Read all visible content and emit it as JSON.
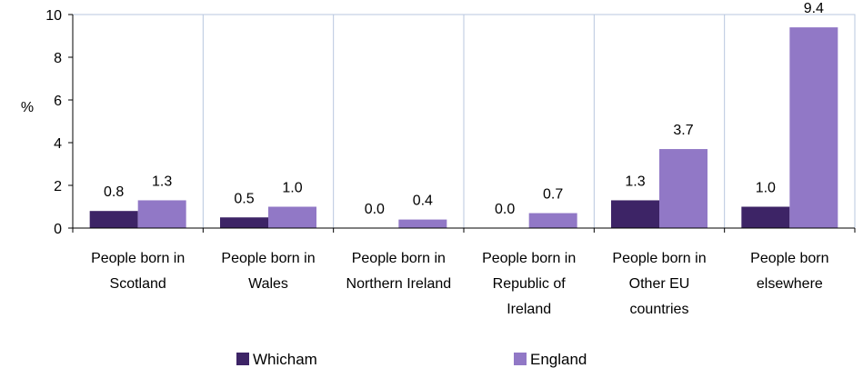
{
  "chart_data": {
    "type": "bar",
    "ylabel": "%",
    "ylim": [
      0,
      10
    ],
    "yticks": [
      0,
      2,
      4,
      6,
      8,
      10
    ],
    "grid": true,
    "legend_position": "bottom",
    "categories": [
      [
        "People born in",
        "Scotland"
      ],
      [
        "People born in",
        "Wales"
      ],
      [
        "People born in",
        "Northern Ireland"
      ],
      [
        "People born in",
        "Republic of",
        "Ireland"
      ],
      [
        "People born in",
        "Other EU",
        "countries"
      ],
      [
        "People born",
        "elsewhere"
      ]
    ],
    "series": [
      {
        "name": "Whicham",
        "color": "#3d2466",
        "values": [
          0.8,
          0.5,
          0.0,
          0.0,
          1.3,
          1.0
        ],
        "labels": [
          "0.8",
          "0.5",
          "0.0",
          "0.0",
          "1.3",
          "1.0"
        ]
      },
      {
        "name": "England",
        "color": "#9178c6",
        "values": [
          1.3,
          1.0,
          0.4,
          0.7,
          3.7,
          9.4
        ],
        "labels": [
          "1.3",
          "1.0",
          "0.4",
          "0.7",
          "3.7",
          "9.4"
        ]
      }
    ]
  }
}
